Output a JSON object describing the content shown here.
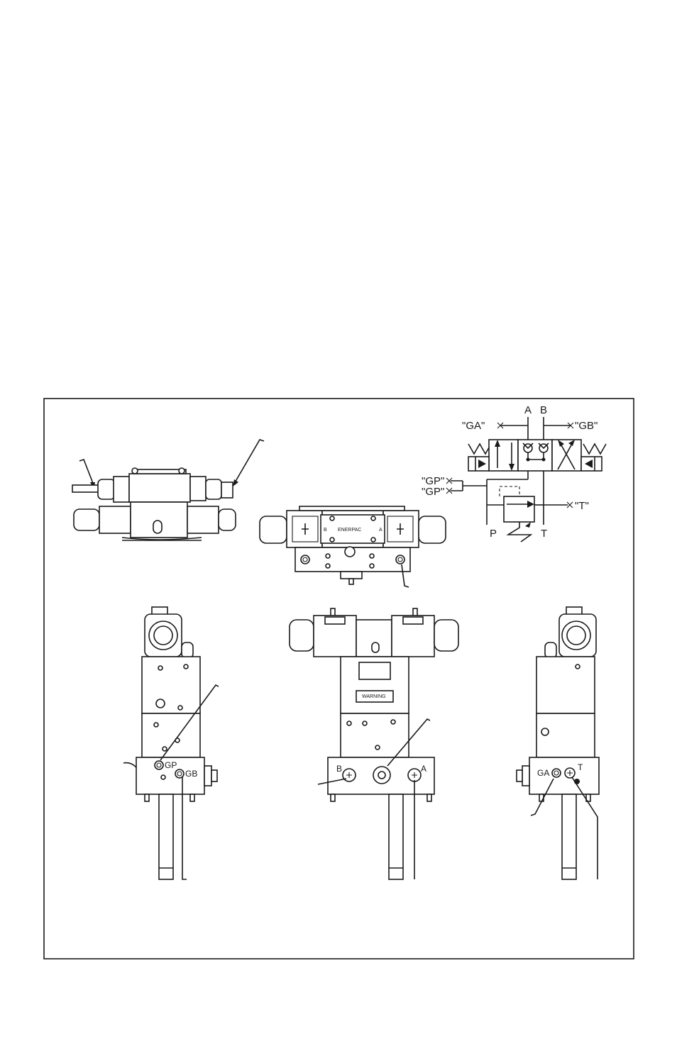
{
  "schematic": {
    "port_a": "A",
    "port_b": "B",
    "gauge_a": "\"GA\"",
    "gauge_b": "\"GB\"",
    "gauge_p1": "\"GP\"",
    "gauge_p2": "\"GP\"",
    "tank_gauge": "\"T\"",
    "port_p": "P",
    "port_t": "T"
  },
  "top_view": {
    "brand_label": "ENERPAC",
    "port_b_mark": "B",
    "port_a_mark": "A"
  },
  "left_view": {
    "gp_label": "GP",
    "gb_label": "GB"
  },
  "front_view": {
    "port_b_label": "B",
    "port_a_label": "A",
    "warning_label": "WARNING"
  },
  "right_view": {
    "ga_label": "GA",
    "t_label": "T"
  }
}
